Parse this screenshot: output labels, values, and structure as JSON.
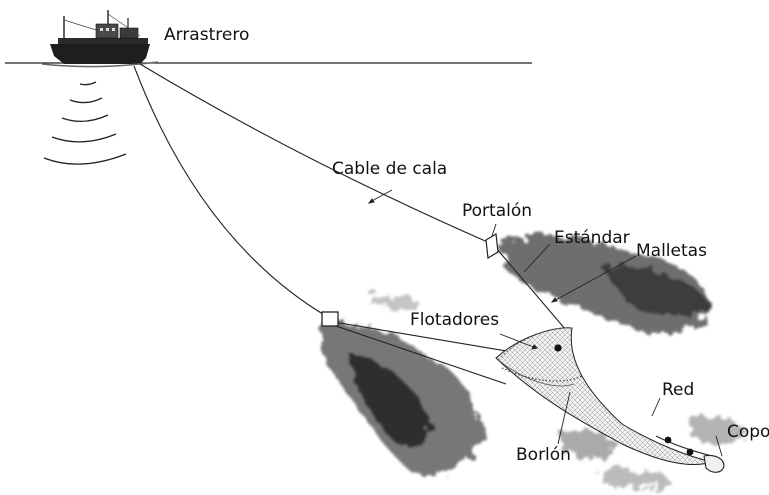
{
  "labels": {
    "vessel": "Arrastrero",
    "warp": "Cable de cala",
    "door": "Portalón",
    "standard": "Estándar",
    "sweeps": "Malletas",
    "floats": "Flotadores",
    "net": "Red",
    "bobbins": "Borlón",
    "codend": "Copo"
  },
  "colors": {
    "line": "#222222",
    "seabed": "#6e6e6e",
    "net_fill": "#e8e8e8",
    "text": "#111111"
  }
}
